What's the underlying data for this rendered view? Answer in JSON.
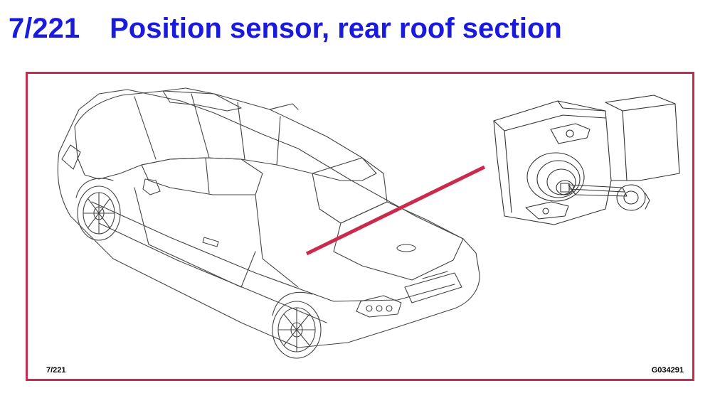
{
  "header": {
    "code": "7/221",
    "title": "Position sensor, rear roof section"
  },
  "figure": {
    "ref_left": "7/221",
    "ref_right": "G034291"
  },
  "colors": {
    "title": "#1a1adc",
    "frame": "#cc2a4a",
    "leader": "#cc2a4a",
    "lineart": "#333333"
  },
  "icons": {
    "car": "convertible-car-illustration",
    "sensor": "position-sensor-illustration"
  }
}
